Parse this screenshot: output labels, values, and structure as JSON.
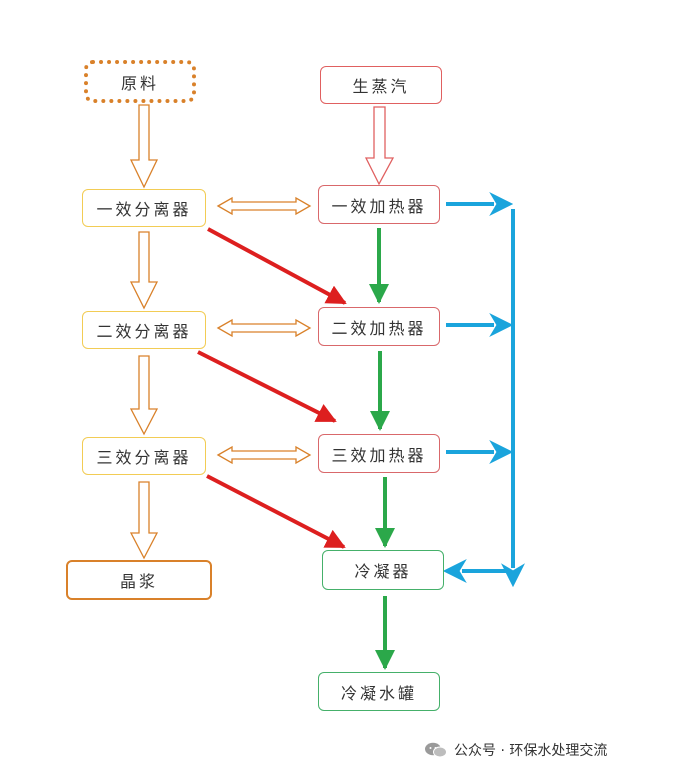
{
  "diagram": {
    "nodes": {
      "raw_material": "原料",
      "live_steam": "生蒸汽",
      "separator_1": "一效分离器",
      "separator_2": "二效分离器",
      "separator_3": "三效分离器",
      "heater_1": "一效加热器",
      "heater_2": "二效加热器",
      "heater_3": "三效加热器",
      "crystal_slurry": "晶浆",
      "condenser": "冷凝器",
      "condensate_tank": "冷凝水罐"
    },
    "colors": {
      "feed_arrow": "#d9812a",
      "steam_arrow": "#e06060",
      "vapor_arrow": "#dd1f1f",
      "condensate_arrow": "#2ba84a",
      "cooling_arrow": "#1aa4dc",
      "separator_border": "#f2cc55",
      "heater_border": "#d9686b",
      "condenser_border": "#45b06a"
    }
  },
  "watermark": {
    "text": "公众号 · 环保水处理交流",
    "icon": "wechat-icon"
  }
}
